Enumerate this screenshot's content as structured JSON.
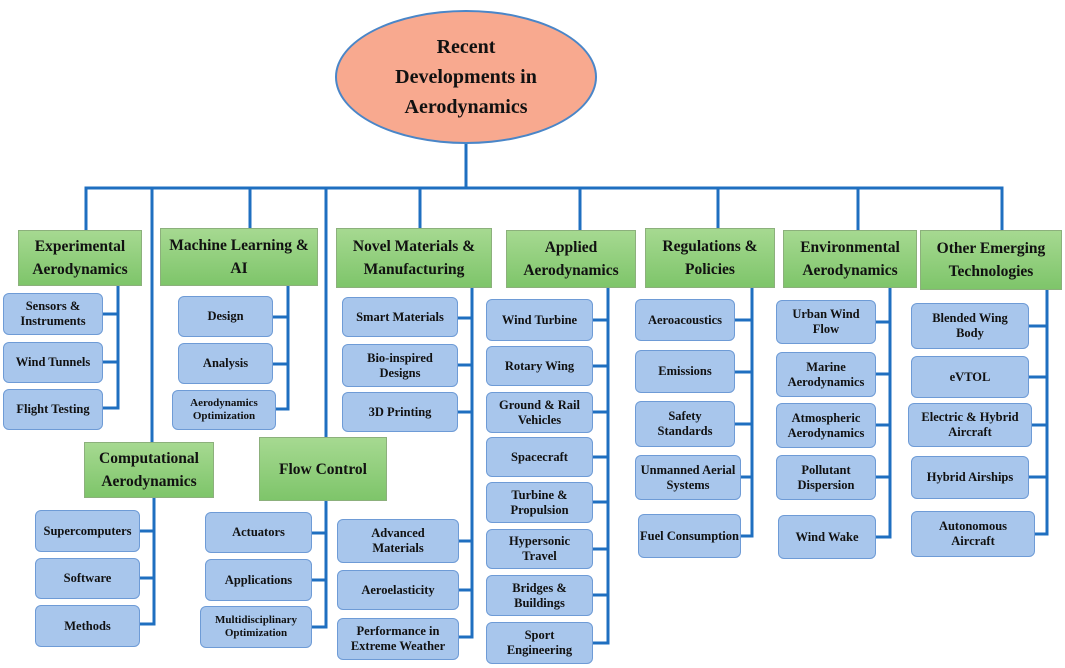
{
  "colors": {
    "connector": "#1f6fc0",
    "root_fill": "#f8a98f",
    "category_fill": "#8fcd7a",
    "leaf_fill": "#a8c6ec"
  },
  "root": {
    "label": "Recent Developments in Aerodynamics"
  },
  "categories": [
    {
      "label": "Experimental Aerodynamics",
      "children": [
        "Sensors & Instruments",
        "Wind Tunnels",
        "Flight Testing"
      ]
    },
    {
      "label": "Computational Aerodynamics",
      "children": [
        "Supercomputers",
        "Software",
        "Methods"
      ]
    },
    {
      "label": "Machine Learning & AI",
      "children": [
        "Design",
        "Analysis",
        "Aerodynamics Optimization"
      ]
    },
    {
      "label": "Flow Control",
      "children": [
        "Actuators",
        "Applications",
        "Multidisciplinary Optimization"
      ]
    },
    {
      "label": "Novel Materials & Manufacturing",
      "children": [
        "Smart Materials",
        "Bio-inspired Designs",
        "3D Printing",
        "Advanced Materials",
        "Aeroelasticity",
        "Performance in Extreme Weather"
      ]
    },
    {
      "label": "Applied Aerodynamics",
      "children": [
        "Wind Turbine",
        "Rotary Wing",
        "Ground & Rail Vehicles",
        "Spacecraft",
        "Turbine & Propulsion",
        "Hypersonic Travel",
        "Bridges & Buildings",
        "Sport Engineering"
      ]
    },
    {
      "label": "Regulations & Policies",
      "children": [
        "Aeroacoustics",
        "Emissions",
        "Safety Standards",
        "Unmanned Aerial Systems",
        "Fuel Consumption"
      ]
    },
    {
      "label": "Environmental Aerodynamics",
      "children": [
        "Urban Wind Flow",
        "Marine Aerodynamics",
        "Atmospheric Aerodynamics",
        "Pollutant Dispersion",
        "Wind Wake"
      ]
    },
    {
      "label": "Other Emerging Technologies",
      "children": [
        "Blended Wing Body",
        "eVTOL",
        "Electric & Hybrid Aircraft",
        "Hybrid Airships",
        "Autonomous Aircraft"
      ]
    }
  ]
}
